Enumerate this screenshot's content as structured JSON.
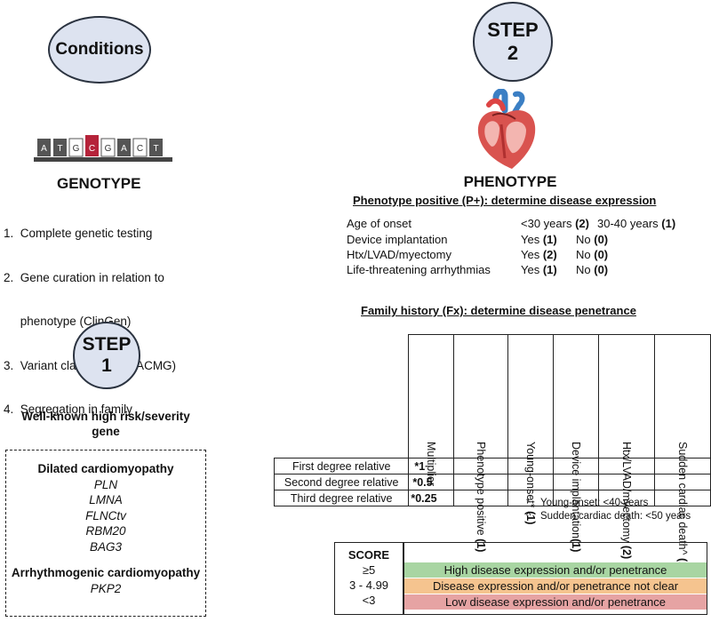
{
  "left": {
    "conditions_label": "Conditions",
    "dna_letters": [
      "A",
      "T",
      "G",
      "C",
      "G",
      "A",
      "C",
      "T"
    ],
    "genotype_title": "GENOTYPE",
    "genotype_steps": [
      "1.  Complete genetic testing",
      "2.  Gene curation in relation to",
      "     phenotype (ClinGen)",
      "3.  Variant classification (ACMG)",
      "4.  Segregation in family"
    ],
    "step1_word": "STEP",
    "step1_num": "1",
    "highrisk_line1": "Well-known high risk/severity",
    "highrisk_line2": "gene",
    "dcm_title": "Dilated cardiomyopathy",
    "dcm_genes": [
      "PLN",
      "LMNA",
      "FLNCtv",
      "RBM20",
      "BAG3"
    ],
    "acm_title": "Arrhythmogenic cardiomyopathy",
    "acm_genes": [
      "PKP2"
    ]
  },
  "right": {
    "step2_word": "STEP",
    "step2_num": "2",
    "phenotype_title": "PHENOTYPE",
    "phenotype_subtitle": "Phenotype positive (P+): determine disease expression",
    "criteria": [
      {
        "label": "Age of onset",
        "opt1": "<30 years ",
        "pts1": "(2)",
        "opt2": "30-40 years ",
        "pts2": "(1)"
      },
      {
        "label": "Device implantation",
        "opt1": "Yes ",
        "pts1": "(1)",
        "opt2": "No ",
        "pts2": "(0)"
      },
      {
        "label": "Htx/LVAD/myectomy",
        "opt1": "Yes ",
        "pts1": "(2)",
        "opt2": "No ",
        "pts2": "(0)"
      },
      {
        "label": "Life-threatening arrhythmias",
        "opt1": "Yes ",
        "pts1": "(1)",
        "opt2": "No ",
        "pts2": "(0)"
      }
    ],
    "family_subtitle": "Family history (Fx): determine disease penetrance",
    "table_headers": [
      {
        "text": "Multiplier",
        "pts": ""
      },
      {
        "text": "Phenotype positive ",
        "pts": "(1)"
      },
      {
        "text": "Young-onset* ",
        "pts": "(1)"
      },
      {
        "text": "Device implantation",
        "pts": "(1)"
      },
      {
        "text": "Htx/LVAD/myectomy ",
        "pts": "(2)"
      },
      {
        "text": "Sudden cardiac death^ ",
        "pts": "(1)"
      }
    ],
    "table_rows": [
      {
        "label": "First degree relative",
        "mult": "*1"
      },
      {
        "label": "Second degree relative",
        "mult": "*0.5"
      },
      {
        "label": "Third degree relative",
        "mult": "*0.25"
      }
    ],
    "notes": [
      {
        "sym": "*",
        "text": "Young-onset: <40 years"
      },
      {
        "sym": "^",
        "text": "Sudden cardiac death: <50 years"
      }
    ],
    "score_title": "SCORE",
    "score_rows": [
      {
        "range": "≥5",
        "text": "High disease expression and/or penetrance",
        "color": "#a8d5a2"
      },
      {
        "range": "3 - 4.99",
        "text": "Disease expression and/or penetrance not clear",
        "color": "#f5c48f"
      },
      {
        "range": "<3",
        "text": "Low disease expression and/or penetrance",
        "color": "#e6a3a3"
      }
    ]
  }
}
